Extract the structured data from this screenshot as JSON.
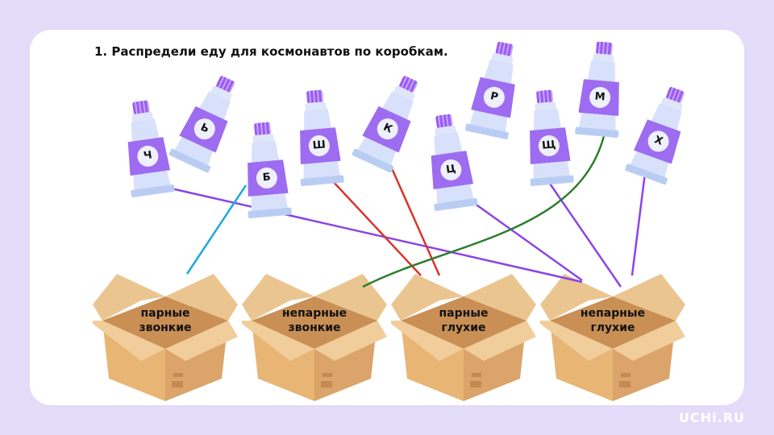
{
  "title": "1. Распредели еду для космонавтов по коробкам.",
  "tubes": [
    {
      "letter": "Ч"
    },
    {
      "letter": "Ь"
    },
    {
      "letter": "Б"
    },
    {
      "letter": "Ш"
    },
    {
      "letter": "К"
    },
    {
      "letter": "Ц"
    },
    {
      "letter": "Р"
    },
    {
      "letter": "Щ"
    },
    {
      "letter": "М"
    },
    {
      "letter": "Х"
    }
  ],
  "boxes": [
    {
      "line1": "парные",
      "line2": "звонкие"
    },
    {
      "line1": "непарные",
      "line2": "звонкие"
    },
    {
      "line1": "парные",
      "line2": "глухие"
    },
    {
      "line1": "непарные",
      "line2": "глухие"
    }
  ],
  "colors": {
    "purple": "#8a45e6",
    "cyan": "#1fa8e0",
    "red": "#d9342b",
    "green": "#2a7d2e"
  },
  "logo": "UCHi.RU"
}
